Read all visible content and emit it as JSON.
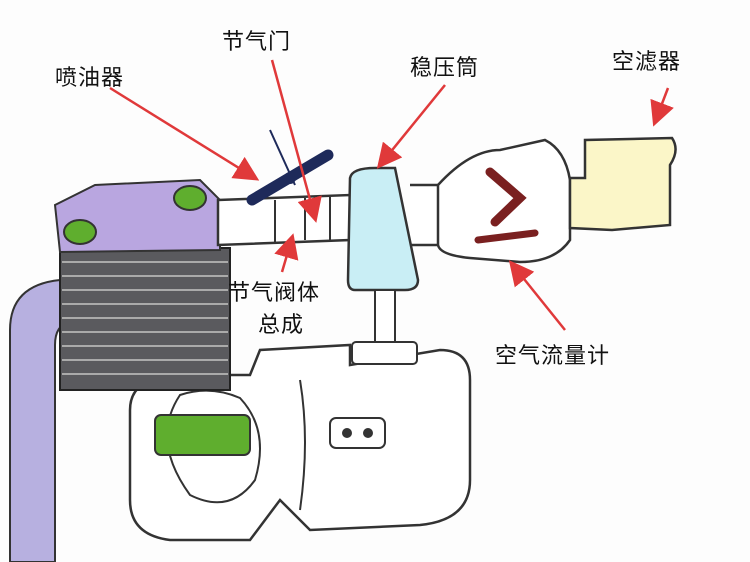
{
  "labels": {
    "injector": "喷油器",
    "throttle": "节气门",
    "surge_tank": "稳压筒",
    "air_filter": "空滤器",
    "throttle_body_line1": "节气阀体",
    "throttle_body_line2": "总成",
    "air_flow_meter": "空气流量计"
  },
  "colors": {
    "arrow": "#e0393a",
    "cylinder_head": "#b9a6e0",
    "engine_ribs": "#5a5a5e",
    "surge_tank": "#c9eef5",
    "air_filter": "#fbf6c8",
    "green": "#5fae2e",
    "injector": "#1e2a5a",
    "tube": "#b7b0e0"
  }
}
